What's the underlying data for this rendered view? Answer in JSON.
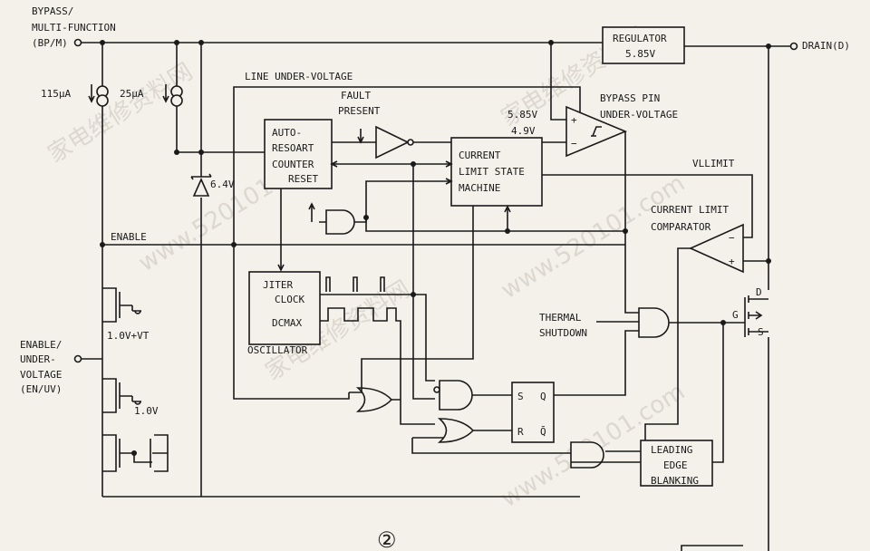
{
  "pins": {
    "bypass_line1": "BYPASS/",
    "bypass_line2": "MULTI-FUNCTION",
    "bypass_line3": "(BP/M)",
    "drain": "DRAIN(D)",
    "enable_line1": "ENABLE/",
    "enable_line2": "UNDER-",
    "enable_line3": "VOLTAGE",
    "enable_line4": "(EN/UV)"
  },
  "blocks": {
    "regulator_line1": "REGULATOR",
    "regulator_line2": "5.85V",
    "auto_line1": "AUTO-",
    "auto_line2": "RESOART",
    "auto_line3": "COUNTER",
    "auto_line4": "RESET",
    "csm_line1": "CURRENT",
    "csm_line2": "LIMIT STATE",
    "csm_line3": "MACHINE",
    "osc_jiter": "JITER",
    "osc_clock": "CLOCK",
    "osc_dcmax": "DCMAX",
    "osc_name": "OSCILLATOR",
    "leb_line1": "LEADING",
    "leb_line2": "EDGE",
    "leb_line3": "BLANKING"
  },
  "labels": {
    "line_uv": "LINE UNDER-VOLTAGE",
    "fault_line1": "FAULT",
    "fault_line2": "PRESENT",
    "v585": "5.85V",
    "v49": "4.9V",
    "bypass_uv_line1": "BYPASS PIN",
    "bypass_uv_line2": "UNDER-VOLTAGE",
    "vllimit": "VLLIMIT",
    "clc_line1": "CURRENT LIMIT",
    "clc_line2": "COMPARATOR",
    "enable": "ENABLE",
    "zener": "6.4V",
    "i115": "115μA",
    "i25": "25μA",
    "v10vt": "1.0V+VT",
    "v10": "1.0V",
    "thermal_line1": "THERMAL",
    "thermal_line2": "SHUTDOWN",
    "ff_s": "S",
    "ff_q": "Q",
    "ff_r": "R",
    "ff_qbar": "Q̄",
    "g": "G",
    "d": "D",
    "s": "S",
    "comp_plus": "+",
    "comp_minus": "−",
    "figure_number": "②"
  },
  "watermarks": {
    "site": "www.520101.com",
    "cn": "家电维修资料网"
  }
}
